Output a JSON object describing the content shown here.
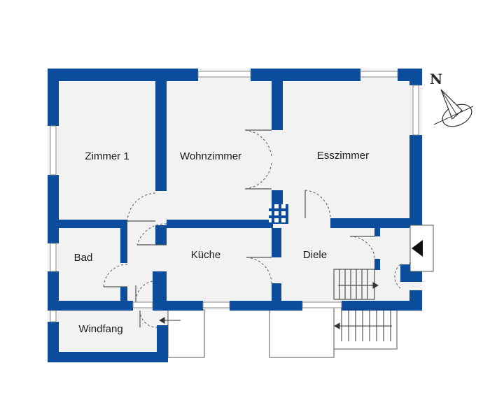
{
  "floorplan": {
    "colors": {
      "wall": "#0b4c9c",
      "floor": "#f2f2f2",
      "window": "#ffffff",
      "line": "#555555",
      "background": "#ffffff"
    },
    "compass": {
      "label": "N",
      "icon": "compass-icon"
    },
    "rooms": {
      "zimmer1": "Zimmer 1",
      "wohnzimmer": "Wohnzimmer",
      "esszimmer": "Esszimmer",
      "bad": "Bad",
      "kueche": "Küche",
      "diele": "Diele",
      "windfang": "Windfang"
    }
  }
}
